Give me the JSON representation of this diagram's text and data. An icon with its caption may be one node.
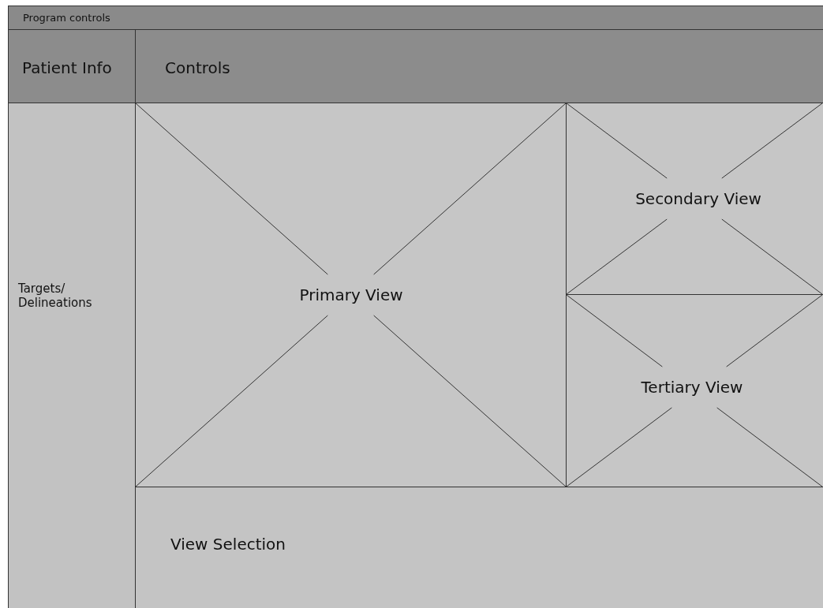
{
  "diagram": {
    "nodes": [
      {
        "text": [
          "Program controls"
        ]
      },
      {
        "text": [
          "Patient Info"
        ]
      },
      {
        "text": [
          "Controls"
        ]
      },
      {
        "text": [
          "Targets/ Delineations"
        ]
      },
      {
        "text": [
          "Primary View"
        ]
      },
      {
        "text": [
          "Secondary View"
        ]
      },
      {
        "text": [
          "Tertiary View"
        ]
      },
      {
        "text": [
          "View Selection"
        ]
      }
    ]
  }
}
